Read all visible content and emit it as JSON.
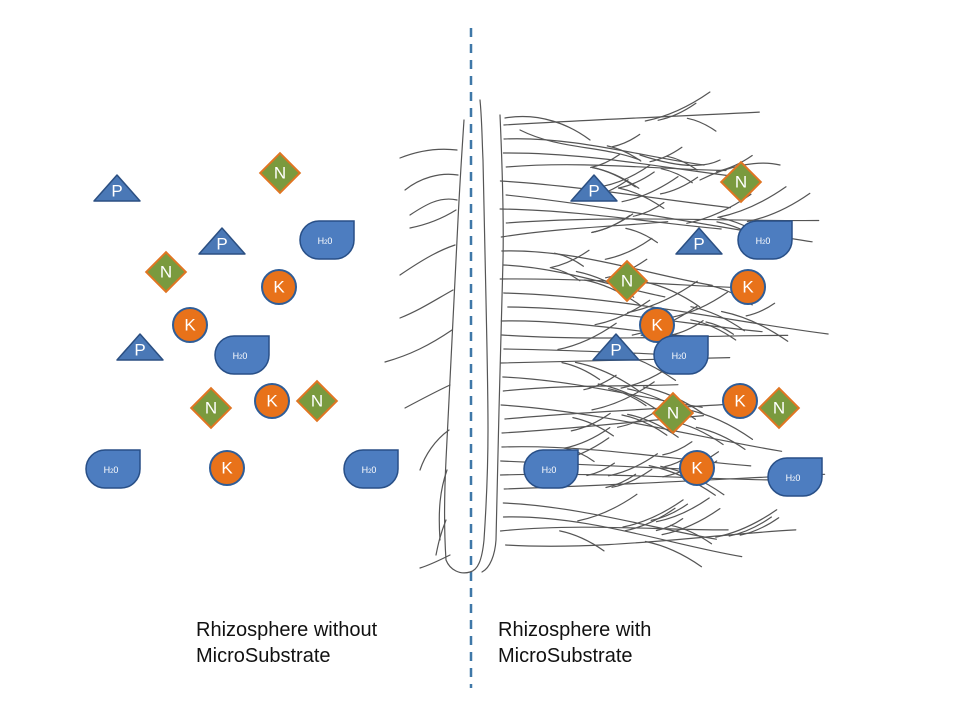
{
  "colors": {
    "p_fill": "#4a78b6",
    "p_stroke": "#2b4f82",
    "n_fill": "#7a9a3e",
    "n_stroke": "#e07522",
    "k_fill": "#e8721a",
    "k_stroke": "#2f5d97",
    "water_fill": "#4d7dc0",
    "water_stroke": "#284f87",
    "divider": "#3f78a8",
    "root": "#555555"
  },
  "symbols": {
    "phosphorus": "P",
    "nitrogen": "N",
    "potassium": "K",
    "water_main": "H",
    "water_sub": "2",
    "water_tail": "0"
  },
  "captions": {
    "left_line1": "Rhizosphere without",
    "left_line2": "MicroSubstrate",
    "right_line1": "Rhizosphere with",
    "right_line2": "MicroSubstrate"
  },
  "panels": [
    {
      "name": "without-microsubstrate",
      "counts": {
        "P": 3,
        "N": 4,
        "K": 4,
        "H2O": 4
      }
    },
    {
      "name": "with-microsubstrate",
      "counts": {
        "P": 3,
        "N": 4,
        "K": 4,
        "H2O": 4
      }
    }
  ]
}
